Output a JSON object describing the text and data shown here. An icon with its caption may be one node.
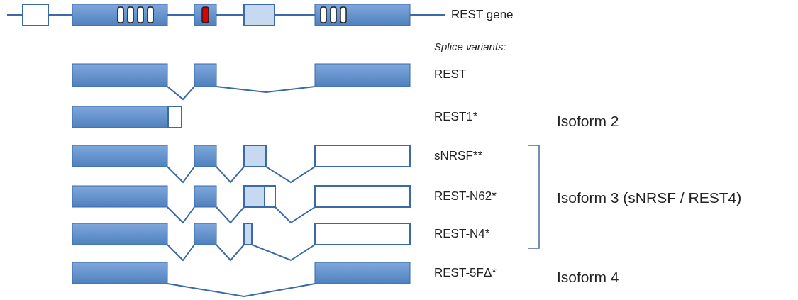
{
  "diagram": {
    "labels": [
      "REST gene",
      "Splice variants:",
      "REST",
      "REST1*",
      "Isoform 2",
      "sNRSF**",
      "REST-N62*",
      "REST-N4*",
      "Isoform 3 (sNRSF / REST4)",
      "REST-5FΔ*",
      "Isoform 4"
    ]
  }
}
